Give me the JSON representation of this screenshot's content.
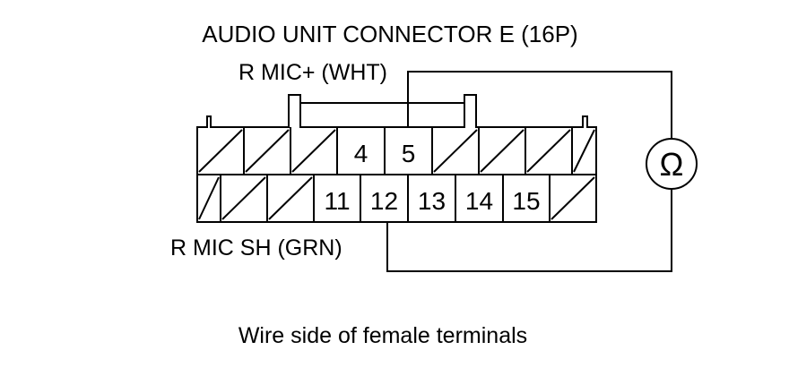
{
  "title": "AUDIO UNIT CONNECTOR E (16P)",
  "wire_labels": {
    "top": "R MIC+ (WHT)",
    "bottom": "R MIC SH (GRN)"
  },
  "meter_symbol": "Ω",
  "caption": "Wire side of female terminals",
  "terminals": {
    "top_row": [
      "",
      "",
      "",
      "4",
      "5",
      "",
      "",
      "",
      ""
    ],
    "bottom_row": [
      "",
      "",
      "",
      "11",
      "12",
      "13",
      "14",
      "15",
      ""
    ]
  }
}
